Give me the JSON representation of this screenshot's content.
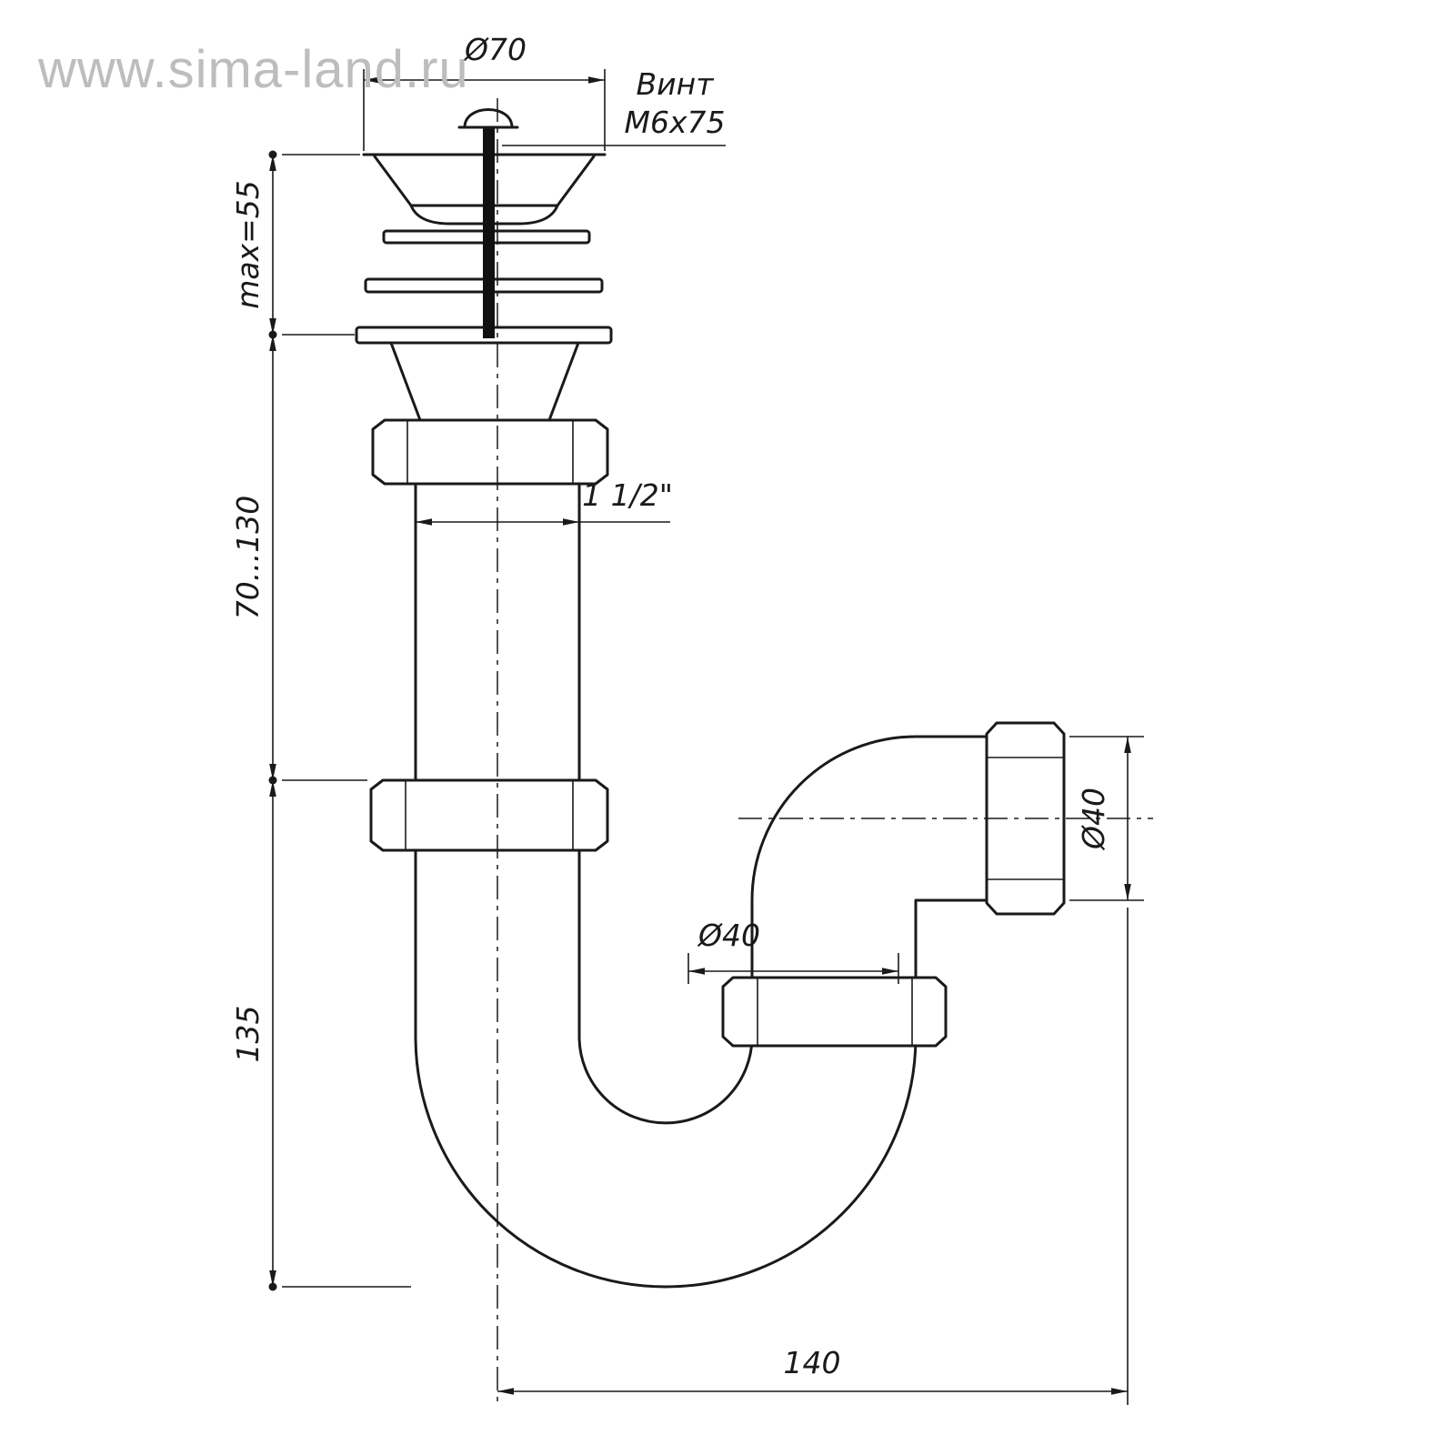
{
  "watermark": {
    "text": "www.sima-land.ru"
  },
  "drawing": {
    "subject": "sink-siphon-with-drain-assembly",
    "labels": {
      "dia_top": "Ø70",
      "screw_line1": "Винт",
      "screw_line2": "М6х75",
      "max_clamp": "max=55",
      "adjust_range": "70...130",
      "thread": "1 1/2\"",
      "height_135": "135",
      "dia_40_h": "Ø40",
      "dia_40_v": "Ø40",
      "width_140": "140"
    }
  }
}
